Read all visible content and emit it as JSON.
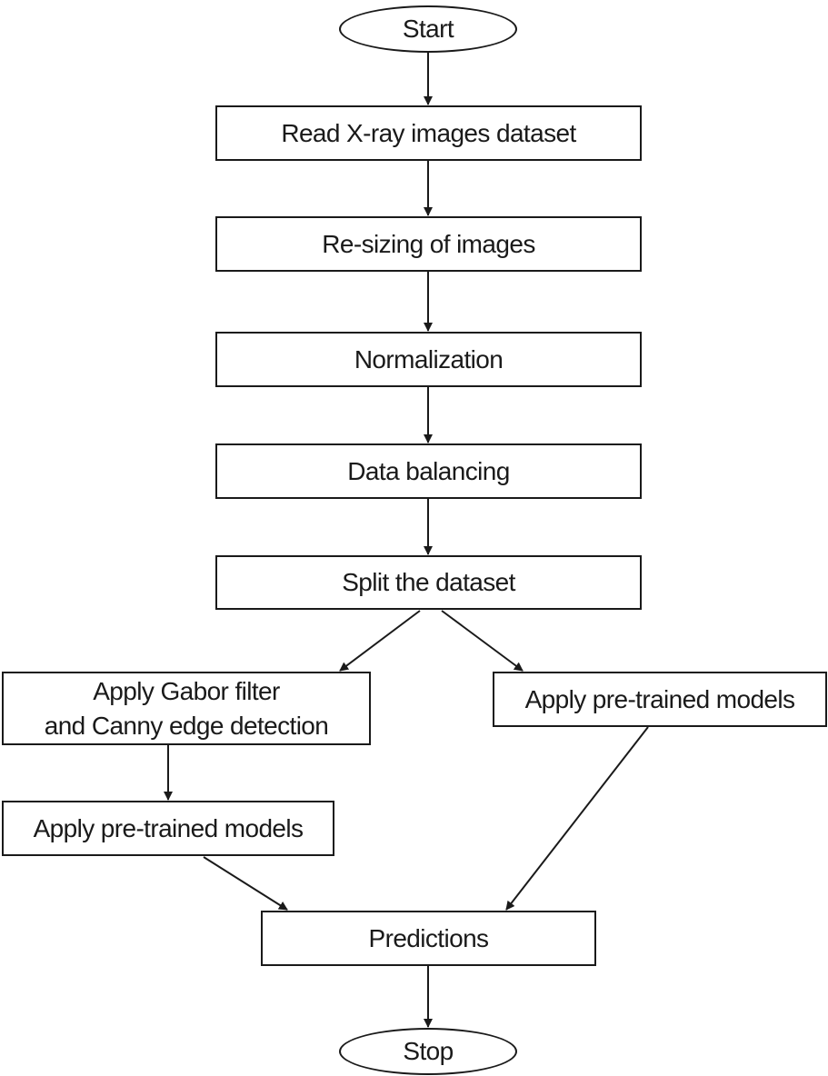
{
  "flowchart": {
    "start": "Start",
    "read_dataset": "Read X-ray images dataset",
    "resizing": "Re-sizing of images",
    "normalization": "Normalization",
    "data_balancing": "Data balancing",
    "split_dataset": "Split the dataset",
    "gabor_canny_line1": "Apply Gabor filter",
    "gabor_canny_line2": "and Canny edge detection",
    "pretrained_right": "Apply pre-trained models",
    "pretrained_left": "Apply pre-trained models",
    "predictions": "Predictions",
    "stop": "Stop"
  },
  "colors": {
    "stroke": "#1a1a1a",
    "background": "#ffffff"
  }
}
